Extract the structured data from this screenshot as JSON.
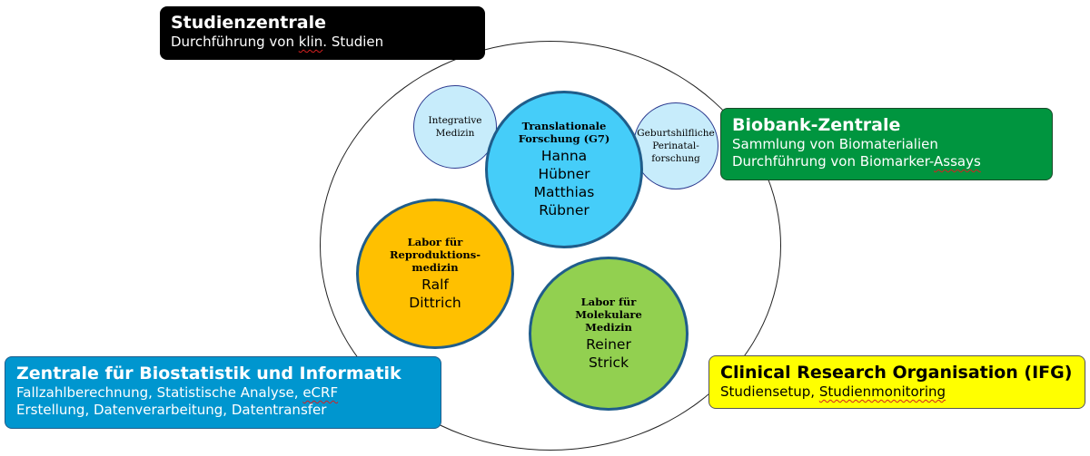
{
  "boxes": {
    "studienzentrale": {
      "title": "Studienzentrale",
      "line1_a": "Durchführung von ",
      "line1_b": "klin",
      "line1_c": ". Studien",
      "color": "#000000"
    },
    "biobank": {
      "title": "Biobank-Zentrale",
      "line1": "Sammlung von Biomaterialien",
      "line2_a": "Durchführung von Biomarker-",
      "line2_b": "Assays",
      "color": "#00953f"
    },
    "biostatistik": {
      "title": "Zentrale für Biostatistik und Informatik",
      "line1_a": "Fallzahlberechnung, Statistische Analyse, ",
      "line1_b": "eCRF",
      "line2": "Erstellung, Datenverarbeitung, Datentransfer",
      "color": "#0096cf"
    },
    "cro": {
      "title": "Clinical Research Organisation (IFG)",
      "line1_a": "Studiensetup, ",
      "line1_b": "Studienmonitoring",
      "color": "#ffff00"
    }
  },
  "circles": {
    "integrative": {
      "line1": "Integrative",
      "line2": "Medizin",
      "color": "#c7ecfb"
    },
    "perinatal": {
      "line1": "Geburtshilfliche",
      "line2": "Perinatal-",
      "line3": "forschung",
      "color": "#c7ecfb"
    },
    "translational": {
      "sub1": "Translationale",
      "sub2": "Forschung (G7)",
      "names": [
        "Hanna",
        "Hübner",
        "Matthias",
        "Rübner"
      ],
      "color": "#45cdf9"
    },
    "reproduktion": {
      "sub1": "Labor für",
      "sub2": "Reproduktions-",
      "sub3": "medizin",
      "names": [
        "Ralf",
        "Dittrich"
      ],
      "color": "#ffc000"
    },
    "molekular": {
      "sub1": "Labor für",
      "sub2": "Molekulare",
      "sub3": "Medizin",
      "names": [
        "Reiner",
        "Strick"
      ],
      "color": "#92d050"
    }
  }
}
